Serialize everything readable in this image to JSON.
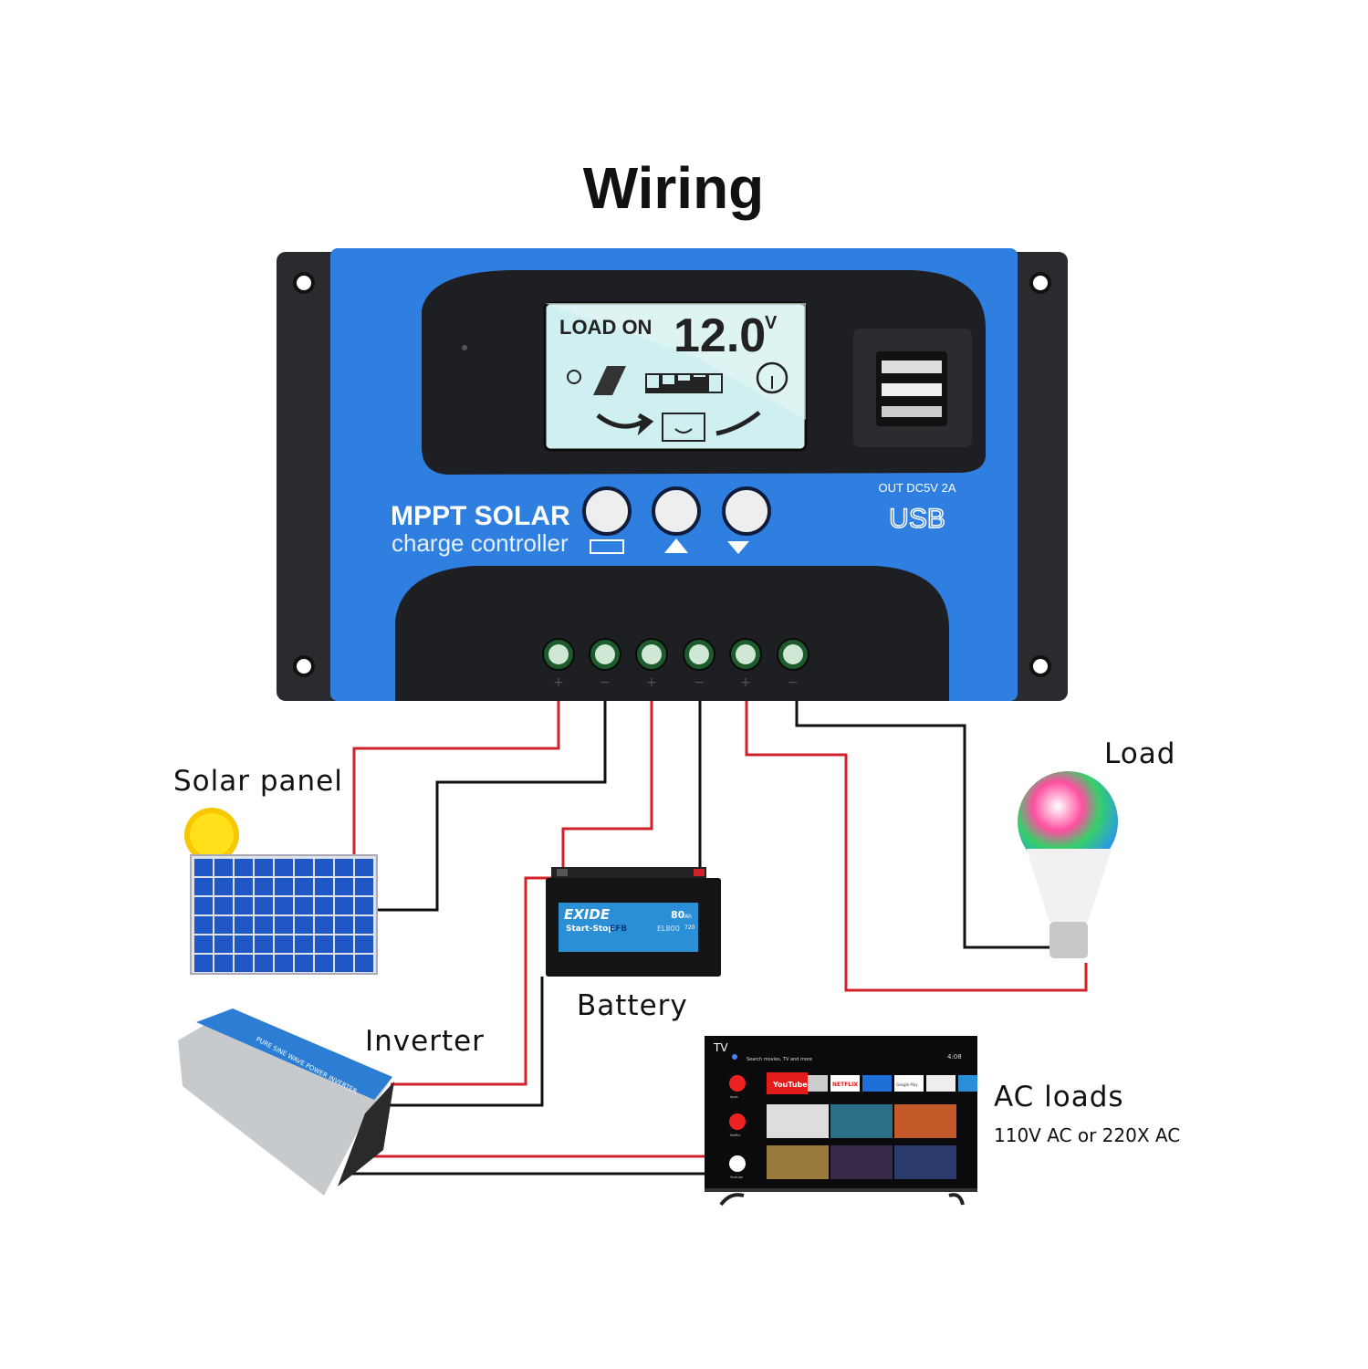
{
  "title": "Wiring",
  "controller": {
    "lcd_status": "LOAD ON",
    "lcd_voltage": "12.0",
    "lcd_unit": "V",
    "battery_level_bars": 4,
    "brand_line1": "MPPT SOLAR",
    "brand_line2": "charge controller",
    "usb_spec": "OUT DC5V 2A",
    "usb_label": "USB",
    "terminal_signs": [
      "+",
      "−",
      "+",
      "−",
      "+",
      "−"
    ],
    "colors": {
      "body": "#2f7fe0",
      "panel": "#1e1f22",
      "lcd": "#cfeff0"
    }
  },
  "labels": {
    "solar_panel": "Solar panel",
    "load": "Load",
    "battery": "Battery",
    "inverter": "Inverter",
    "ac_loads": "AC loads",
    "ac_loads_spec": "110V AC or 220X AC"
  },
  "battery": {
    "brand": "EXIDE",
    "capacity": "80",
    "capacity_unit": "Ah",
    "line": "Start-Stop",
    "type": "EFB",
    "model": "EL800",
    "cca": "720"
  },
  "inverter": {
    "text": "PURE SINE WAVE POWER INVERTER"
  },
  "tv": {
    "label": "TV",
    "search": "Search movies, TV and more",
    "time": "4:08",
    "apps": [
      "YouTube",
      "NETFLIX",
      "Google Play"
    ],
    "side_items": [
      "Apps",
      "Netflix",
      "Youtube"
    ]
  },
  "wire_colors": {
    "positive": "#d0202a",
    "negative": "#111111"
  }
}
